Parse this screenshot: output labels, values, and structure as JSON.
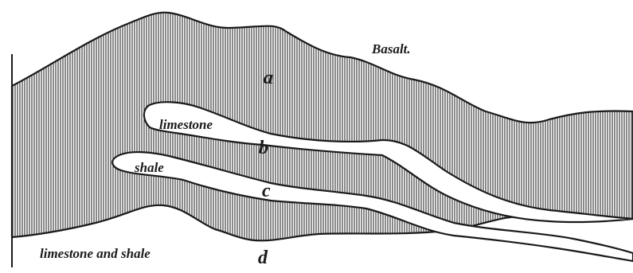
{
  "figure": {
    "labels": {
      "basalt": "Basalt.",
      "limestone": "limestone",
      "shale": "shale",
      "limestone_and_shale": "limestone and shale"
    },
    "letters": {
      "a": "a",
      "b": "b",
      "c": "c",
      "d": "d"
    },
    "colors": {
      "ink": "#1a1a1a",
      "paper": "#ffffff"
    }
  }
}
